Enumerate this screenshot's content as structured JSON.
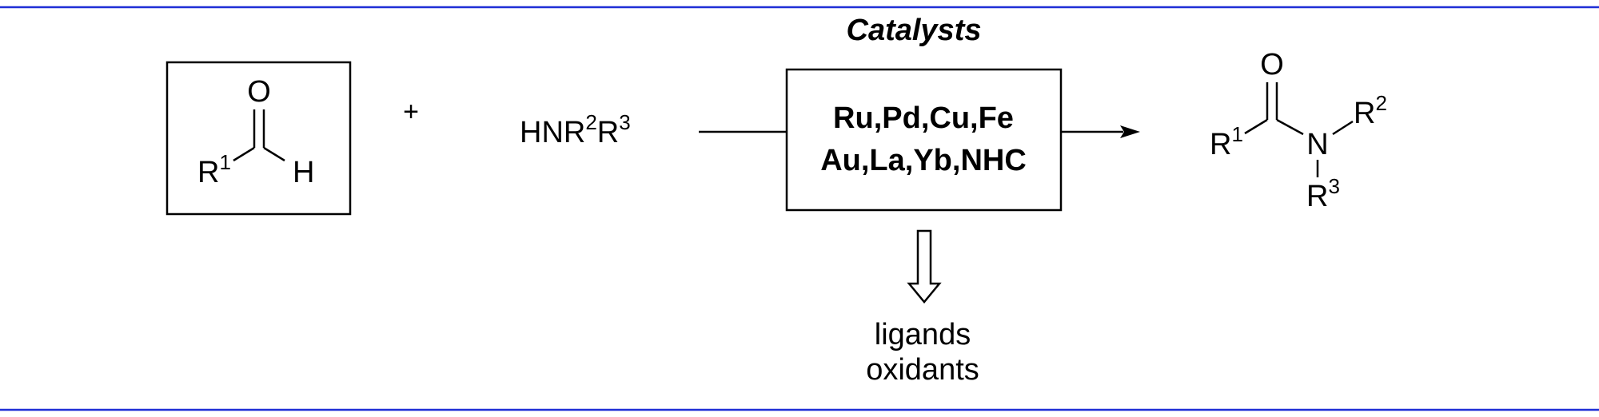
{
  "scheme": {
    "title": "Catalysts",
    "aldehyde": {
      "oxygen": "O",
      "r_group": "R",
      "r_sup": "1",
      "hydrogen": "H"
    },
    "plus": "+",
    "amine": {
      "prefix": "HNR",
      "sup1": "2",
      "r": "R",
      "sup2": "3"
    },
    "catalysts": {
      "line1": "Ru,Pd,Cu,Fe",
      "line2": "Au,La,Yb,NHC"
    },
    "additives": {
      "line1": "ligands",
      "line2": "oxidants"
    },
    "product": {
      "oxygen": "O",
      "r1": "R",
      "r1_sup": "1",
      "nitrogen": "N",
      "r2": "R",
      "r2_sup": "2",
      "r3": "R",
      "r3_sup": "3"
    },
    "colors": {
      "rule": "#1f2fd6",
      "ink": "#000000"
    }
  }
}
